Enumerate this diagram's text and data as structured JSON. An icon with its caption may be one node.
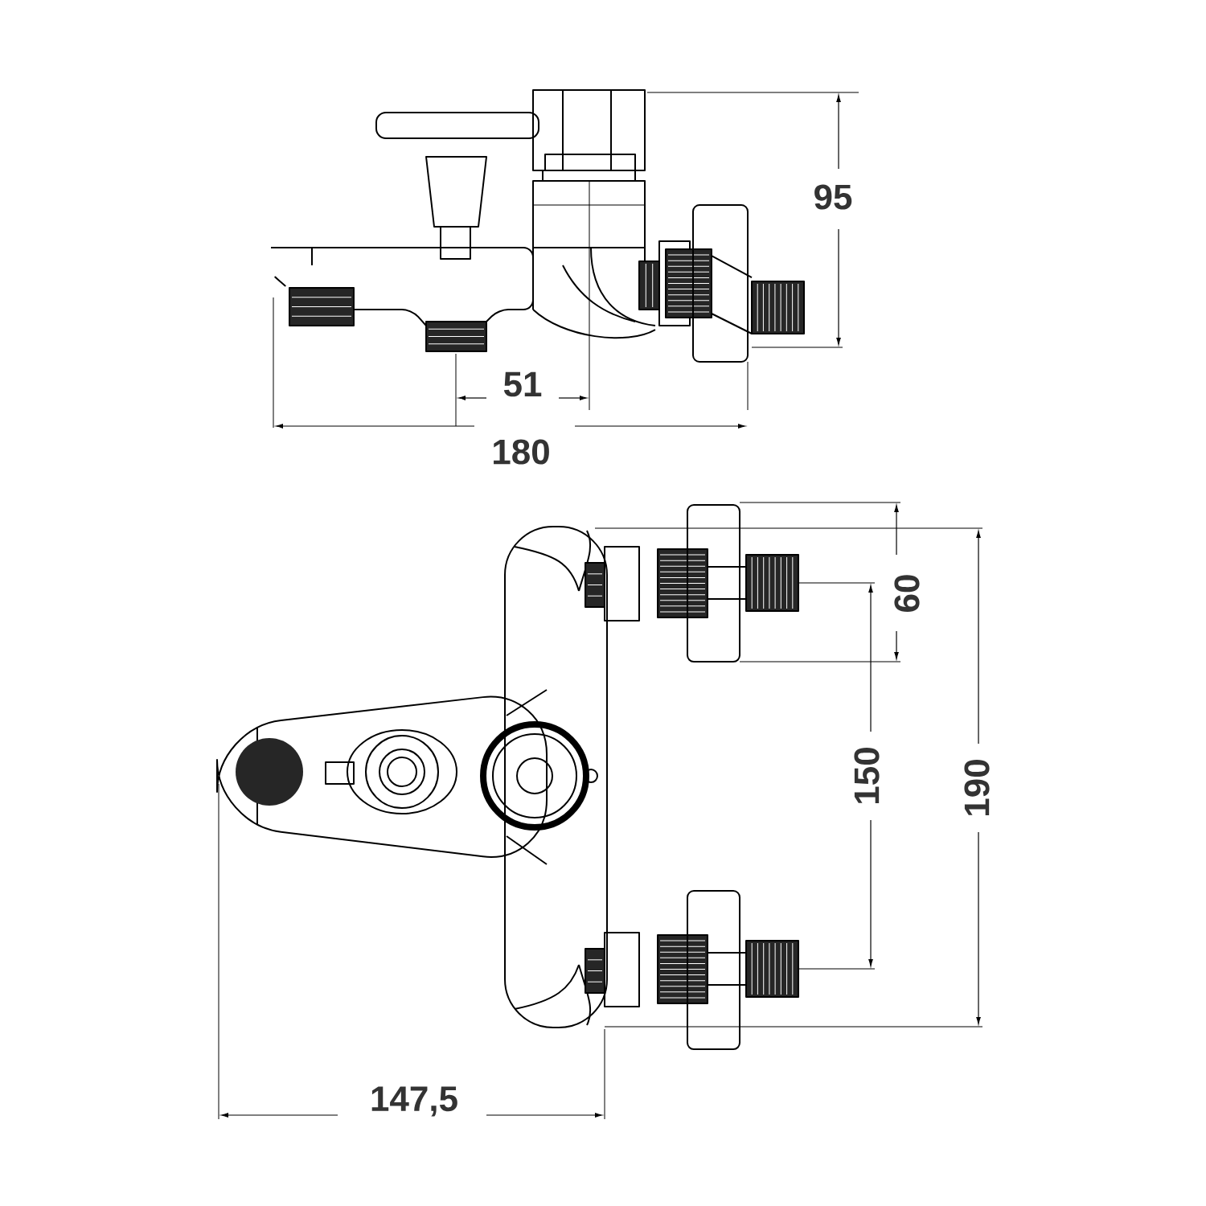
{
  "diagram": {
    "labels": [
      "95",
      "51",
      "180",
      "60",
      "150",
      "190",
      "147,5"
    ]
  }
}
